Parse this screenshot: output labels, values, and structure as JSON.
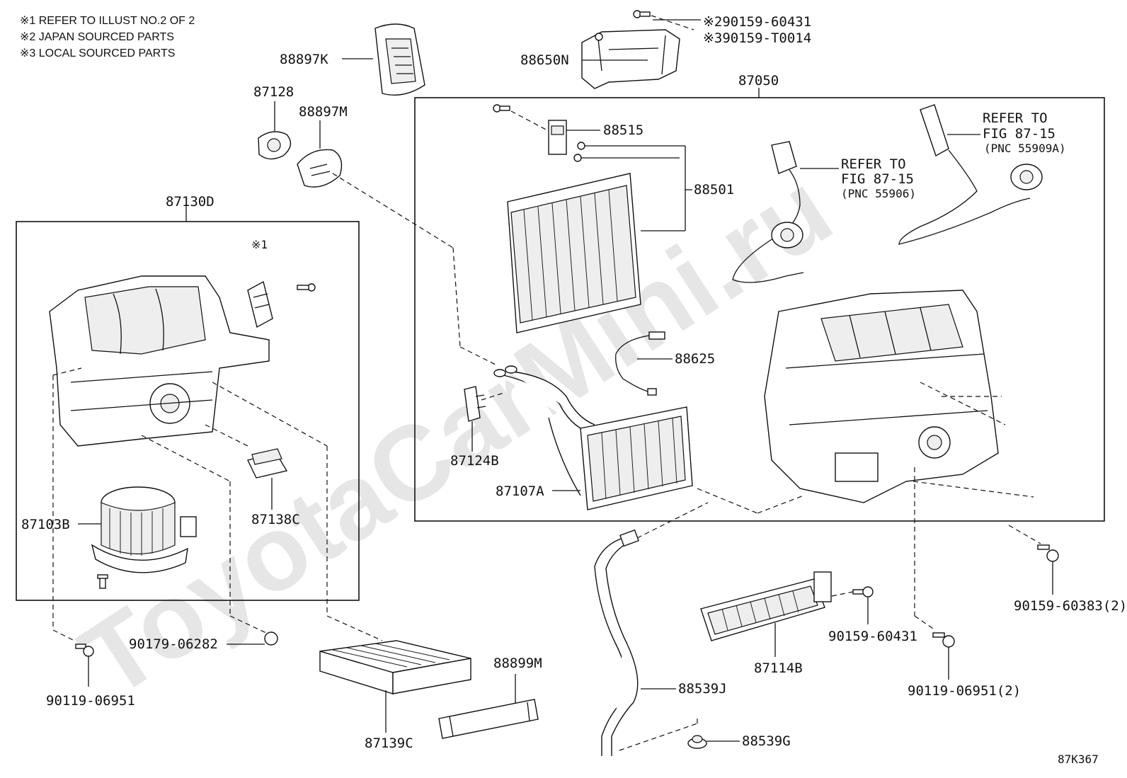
{
  "notes": [
    "※1 REFER TO ILLUST NO.2 OF 2",
    "※2 JAPAN SOURCED PARTS",
    "※3 LOCAL SOURCED PARTS"
  ],
  "watermark": "ToyotaCarMini.ru",
  "figure_code": "87K367",
  "refer_note_1": {
    "line1": "REFER TO",
    "line2": "FIG 87-15",
    "line3": "(PNC 55906)"
  },
  "refer_note_2": {
    "line1": "REFER TO",
    "line2": "FIG 87-15",
    "line3": "(PNC 55909A)"
  },
  "assembly_marker": "※1",
  "parts": {
    "p88897K": "88897K",
    "p88650N": "88650N",
    "p90159_60431_jp": "※290159-60431",
    "p90159_T0014": "※390159-T0014",
    "p87128": "87128",
    "p88897M": "88897M",
    "p87050": "87050",
    "p88515": "88515",
    "p88501": "88501",
    "p87130D": "87130D",
    "p88625": "88625",
    "p87124B": "87124B",
    "p87107A": "87107A",
    "p87103B": "87103B",
    "p87138C": "87138C",
    "p90159_60383": "90159-60383(2)",
    "p90159_60431": "90159-60431",
    "p90179_06282": "90179-06282",
    "p88899M": "88899M",
    "p87114B": "87114B",
    "p90119_06951_2": "90119-06951(2)",
    "p88539J": "88539J",
    "p90119_06951": "90119-06951",
    "p87139C": "87139C",
    "p88539G": "88539G"
  }
}
